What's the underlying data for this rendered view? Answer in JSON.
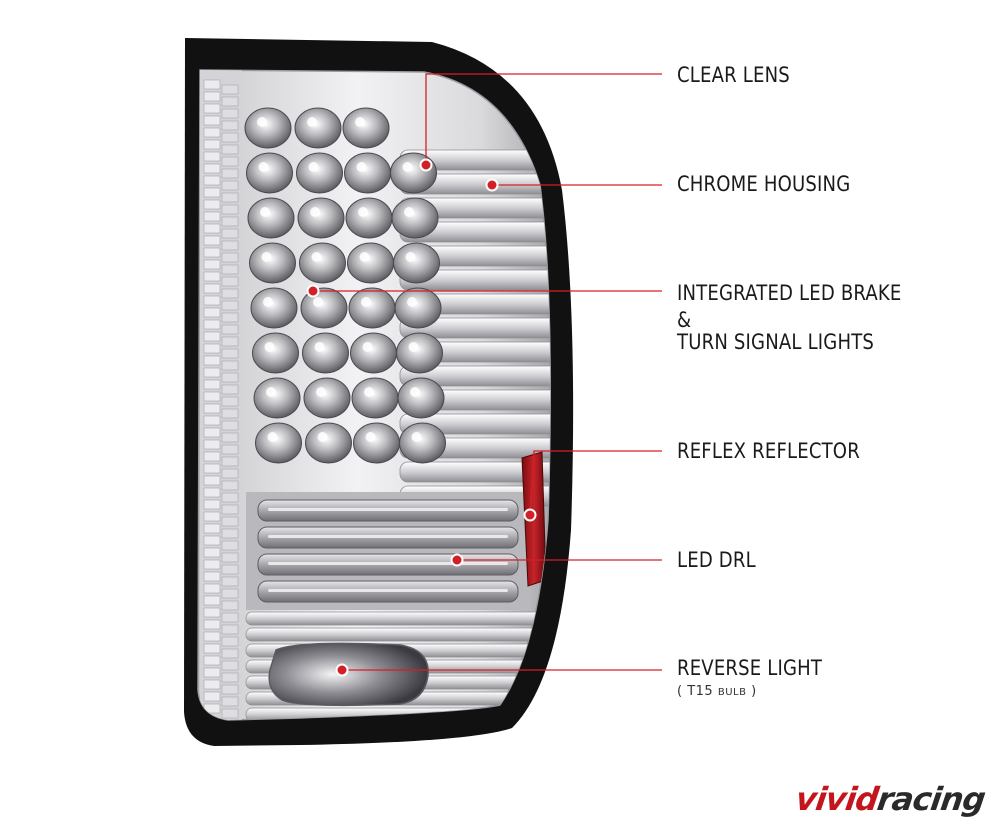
{
  "labels": [
    {
      "id": "clear-lens",
      "lines": [
        "CLEAR LENS"
      ]
    },
    {
      "id": "chrome-housing",
      "lines": [
        "CHROME HOUSING"
      ]
    },
    {
      "id": "led-brake",
      "lines": [
        "INTEGRATED LED BRAKE",
        "&",
        "TURN SIGNAL LIGHTS"
      ]
    },
    {
      "id": "reflex-reflector",
      "lines": [
        "REFLEX REFLECTOR"
      ]
    },
    {
      "id": "led-drl",
      "lines": [
        "LED DRL"
      ]
    },
    {
      "id": "reverse-light",
      "lines": [
        "REVERSE LIGHT"
      ]
    }
  ],
  "reverse_note": {
    "open": "(",
    "bulb": "T15",
    "unit": "BULB",
    "close": ")"
  },
  "watermark": {
    "part1": "vivid",
    "part2": "racing"
  },
  "colors": {
    "callout": "#d32027",
    "text": "#1a1a1a",
    "brand": "#c3161c",
    "housing": "#111111",
    "lens": "#e8e8ea"
  }
}
